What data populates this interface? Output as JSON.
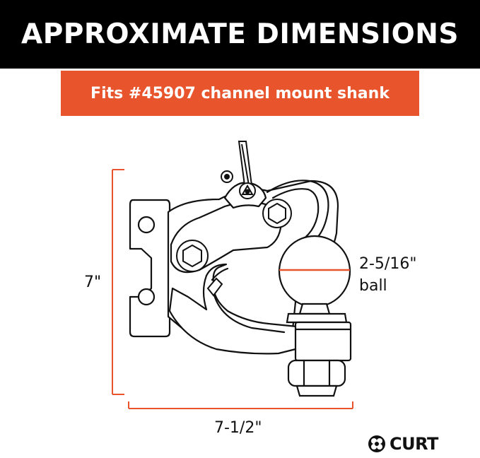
{
  "header": {
    "title": "APPROXIMATE DIMENSIONS"
  },
  "banner": {
    "text": "Fits #45907 channel mount shank"
  },
  "dimensions": {
    "height": "7\"",
    "width": "7-1/2\"",
    "ball_size": "2-5/16\"",
    "ball_word": "ball"
  },
  "brand": {
    "name": "CURT"
  },
  "colors": {
    "header_bg": "#000000",
    "accent": "#e8542c",
    "line": "#111111"
  },
  "icons": {
    "logo": "curt-logo-icon"
  }
}
